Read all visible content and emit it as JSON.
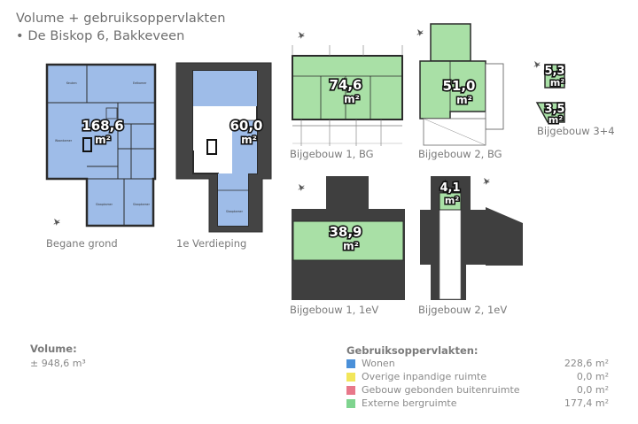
{
  "header": {
    "title_line1": "Volume + gebruiksoppervlakten",
    "title_line2": "• De Biskop 6, Bakkeveen"
  },
  "plans": {
    "begane_grond": {
      "label": "Begane grond",
      "area_value": "168,6",
      "area_unit": "m²"
    },
    "verdieping": {
      "label": "1e Verdieping",
      "area_value": "60,0",
      "area_unit": "m²"
    },
    "bijgebouw1_bg": {
      "label": "Bijgebouw 1, BG",
      "area_value": "74,6",
      "area_unit": "m²"
    },
    "bijgebouw2_bg": {
      "label": "Bijgebouw 2, BG",
      "area_value": "51,0",
      "area_unit": "m²"
    },
    "bijgebouw34": {
      "label": "Bijgebouw 3+4",
      "area_value_a": "5,3",
      "area_value_b": "3,5",
      "area_unit": "m²"
    },
    "bijgebouw1_1ev": {
      "label": "Bijgebouw 1, 1eV",
      "area_value": "38,9",
      "area_unit": "m²"
    },
    "bijgebouw2_1ev": {
      "label": "Bijgebouw 2, 1eV",
      "area_value": "4,1",
      "area_unit": "m²"
    }
  },
  "volume": {
    "heading": "Volume:",
    "value": "± 948,6 m³"
  },
  "legend": {
    "heading": "Gebruiksoppervlakten:",
    "items": [
      {
        "label": "Wonen",
        "value": "228,6 m²",
        "color": "#4a90d9"
      },
      {
        "label": "Overige inpandige ruimte",
        "value": "0,0 m²",
        "color": "#f2e65a"
      },
      {
        "label": "Gebouw gebonden buitenruimte",
        "value": "0,0 m²",
        "color": "#e8788a"
      },
      {
        "label": "Externe bergruimte",
        "value": "177,4 m²",
        "color": "#7fd48f"
      }
    ]
  },
  "colors": {
    "wonen_fill": "#9ebce8",
    "berg_fill": "#a9e0a6",
    "wall": "#2b2b2b",
    "roof": "#3f3f3f"
  }
}
